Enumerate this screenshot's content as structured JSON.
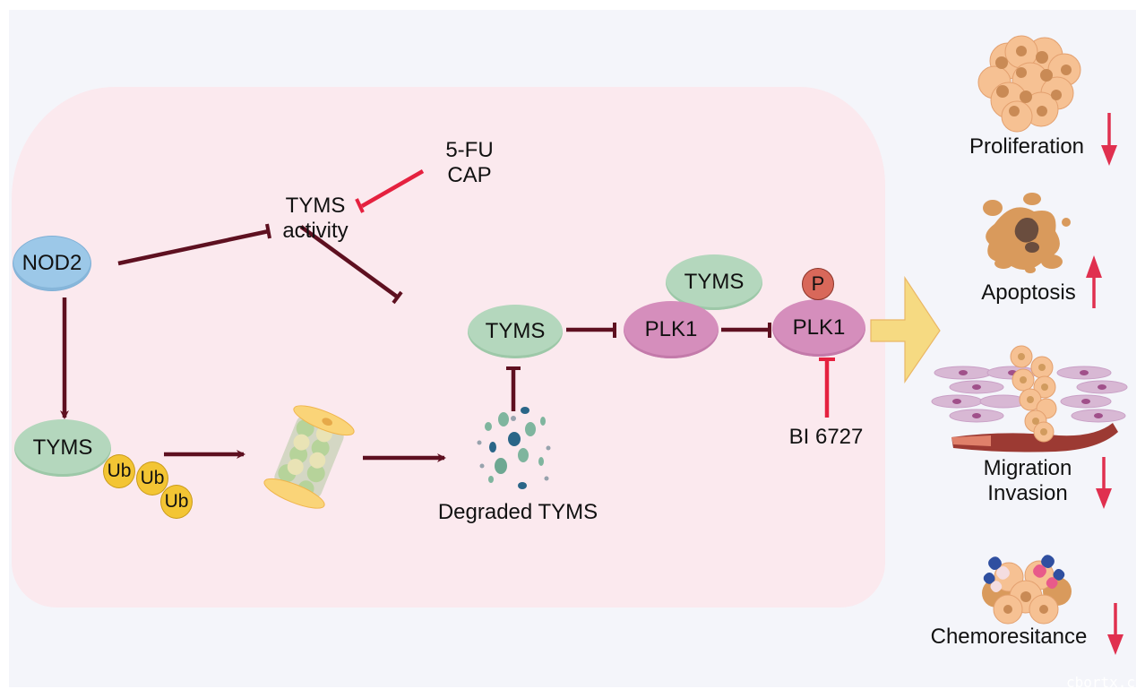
{
  "diagram": {
    "nodes": {
      "nod2": "NOD2",
      "tyms_activity": [
        "TYMS",
        "activity"
      ],
      "drugs": [
        "5-FU",
        "CAP"
      ],
      "tyms_center": "TYMS",
      "tyms_bound": "TYMS",
      "plk1": "PLK1",
      "plk1_phospho": "PLK1",
      "phospho_badge": "P",
      "inhibitor": "BI 6727",
      "tyms_ub": "TYMS",
      "ubiquitin": [
        "Ub",
        "Ub",
        "Ub"
      ],
      "proteasome_icon": "proteasome-icon",
      "degraded_label": "Degraded TYMS"
    },
    "edges": [
      {
        "from": "NOD2",
        "to": "TYMS activity",
        "type": "inhibit"
      },
      {
        "from": "5-FU/CAP",
        "to": "TYMS activity",
        "type": "inhibit"
      },
      {
        "from": "TYMS activity",
        "to": "TYMS",
        "type": "inhibit"
      },
      {
        "from": "TYMS",
        "to": "PLK1",
        "type": "inhibit"
      },
      {
        "from": "PLK1",
        "to": "p-PLK1",
        "type": "inhibit"
      },
      {
        "from": "BI 6727",
        "to": "p-PLK1",
        "type": "inhibit"
      },
      {
        "from": "NOD2",
        "to": "TYMS-Ub",
        "type": "activate"
      },
      {
        "from": "TYMS-Ub",
        "to": "proteasome",
        "type": "activate"
      },
      {
        "from": "proteasome",
        "to": "Degraded TYMS",
        "type": "activate"
      },
      {
        "from": "Degraded TYMS",
        "to": "TYMS",
        "type": "inhibit"
      }
    ],
    "outcomes": [
      {
        "label": "Proliferation",
        "direction": "down",
        "icon": "cell-cluster-icon"
      },
      {
        "label": "Apoptosis",
        "direction": "up",
        "icon": "apoptotic-cell-icon"
      },
      {
        "label": [
          "Migration",
          "Invasion"
        ],
        "direction": "down",
        "icon": "invasion-icon"
      },
      {
        "label": "Chemoresitance",
        "direction": "down",
        "icon": "chemo-cells-icon"
      }
    ],
    "colors": {
      "inhibit_dark": "#5e1020",
      "inhibit_red": "#e5213f",
      "outcome_arrow": "#e0304f",
      "big_arrow": "#f6da82",
      "cell_bg": "#fbe9ee",
      "canvas_bg": "#f4f5fa"
    },
    "watermark": "cbortx.co"
  }
}
